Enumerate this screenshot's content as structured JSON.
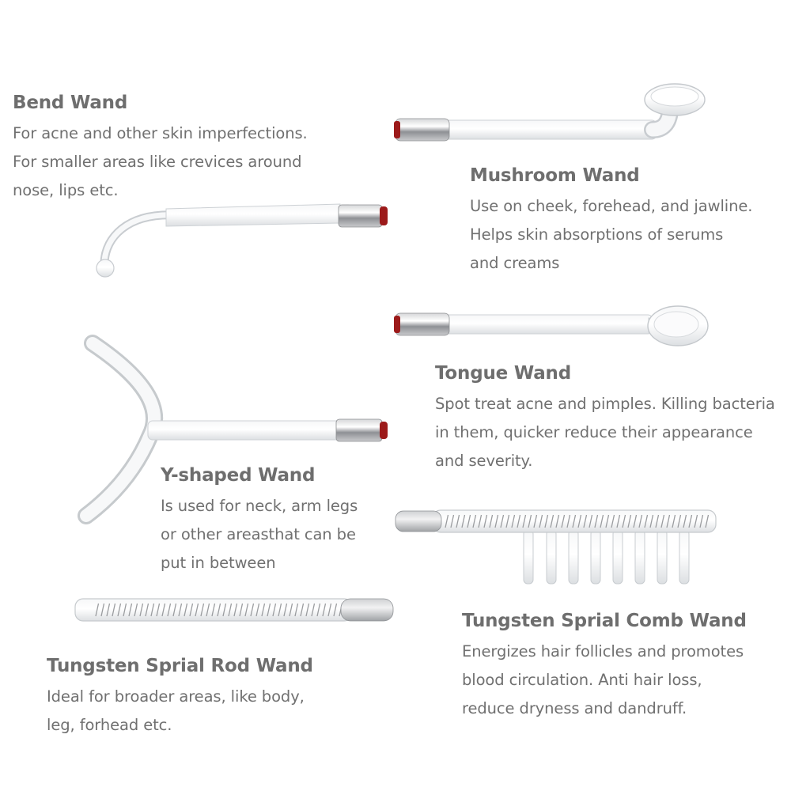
{
  "colors": {
    "background": "#ffffff",
    "heading": "#6e6e6e",
    "body_text": "#707070",
    "glass": "#e8eaec",
    "glass_edge": "#c4c8cc",
    "metal_cap": "#a9abae",
    "metal_tip_red": "#9c1a1a"
  },
  "wands": [
    {
      "title": "Bend Wand",
      "lines": [
        "For acne and other skin imperfections.",
        "For smaller  areas like crevices around",
        "nose, lips etc."
      ],
      "icon": "bend-wand-icon"
    },
    {
      "title": "Mushroom Wand",
      "lines": [
        "Use on cheek, forehead, and jawline.",
        "Helps skin absorptions of serums",
        "and creams"
      ],
      "icon": "mushroom-wand-icon"
    },
    {
      "title": "Tongue Wand",
      "lines": [
        "Spot treat acne and pimples. Killing bacteria",
        "in them, quicker reduce their appearance",
        "and severity."
      ],
      "icon": "tongue-wand-icon"
    },
    {
      "title": "Y-shaped Wand",
      "lines": [
        "Is used for neck, arm legs",
        "or other areasthat can be",
        "put in between"
      ],
      "icon": "y-shaped-wand-icon"
    },
    {
      "title": "Tungsten Sprial Comb Wand",
      "lines": [
        "Energizes hair follicles and promotes",
        "blood circulation. Anti hair loss,",
        "reduce dryness and dandruff."
      ],
      "icon": "spiral-comb-wand-icon"
    },
    {
      "title": "Tungsten Sprial Rod Wand",
      "lines": [
        "Ideal for broader areas, like body,",
        "leg, forhead etc."
      ],
      "icon": "spiral-rod-wand-icon"
    }
  ]
}
